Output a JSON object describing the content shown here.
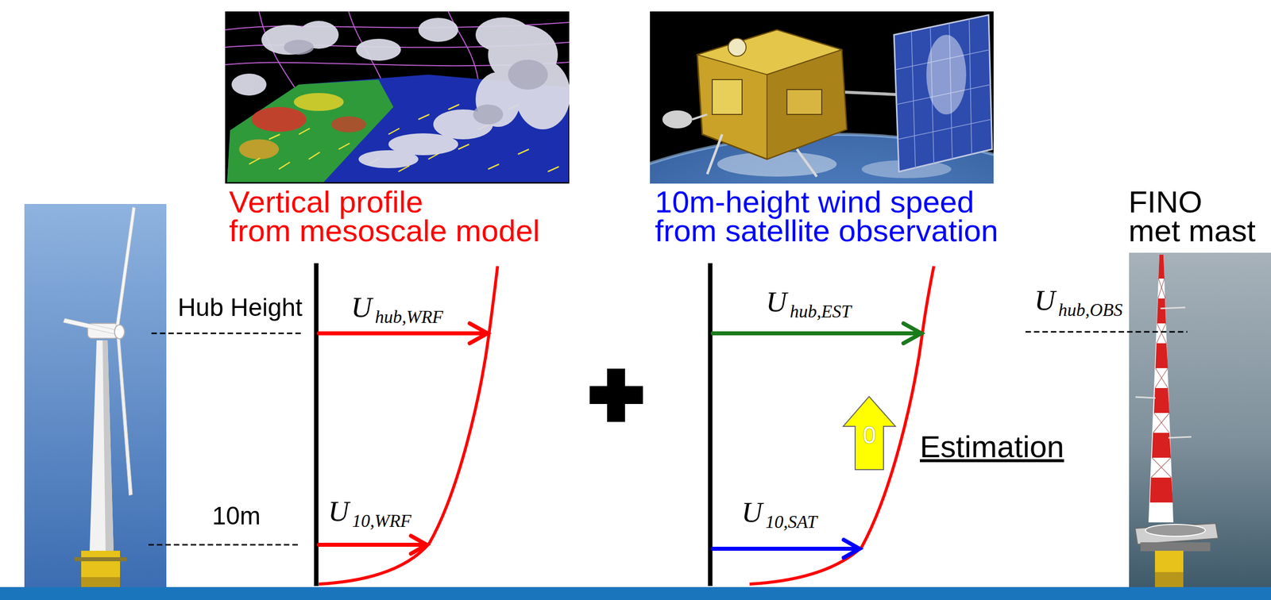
{
  "diagram": {
    "labels": [
      "Vertical profile from mesoscale model",
      "10m-height wind speed from satellite observation",
      "FINO met mast",
      "Hub Height",
      "U",
      "hub,WRF",
      "10m",
      "U",
      "10,WRF",
      "U",
      "hub,EST",
      "0",
      "Estimation",
      "U",
      "10,SAT",
      "U",
      "hub,OBS"
    ]
  }
}
